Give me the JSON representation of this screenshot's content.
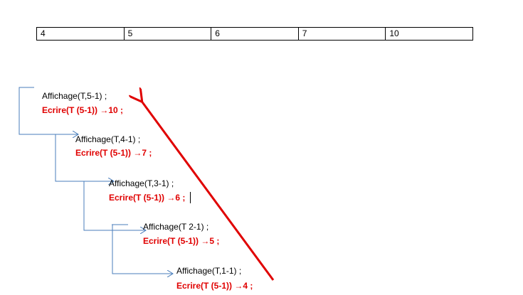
{
  "array": {
    "cells": [
      "4",
      "5",
      "6",
      "7",
      "10"
    ]
  },
  "calls": [
    {
      "call": "Affichage(T,5-1) ;",
      "write": "Ecrire(T (5-1))",
      "result": "10 ;"
    },
    {
      "call": "Affichage(T,4-1) ;",
      "write": "Ecrire(T (5-1))",
      "result": "7 ;"
    },
    {
      "call": "Affichage(T,3-1) ;",
      "write": "Ecrire(T (5-1))",
      "result": "6 ;"
    },
    {
      "call": "Affichage(T 2-1) ;",
      "write": "Ecrire(T (5-1))",
      "result": "5 ;"
    },
    {
      "call": "Affichage(T,1-1) ;",
      "write": "Ecrire(T (5-1))",
      "result": "4 ;"
    }
  ],
  "colors": {
    "connector": "#4a7ebb",
    "highlight": "#e00000",
    "text": "#000000"
  },
  "icons": {
    "result_arrow": "right-arrow-icon",
    "return_arrow": "diagonal-return-arrow-icon"
  }
}
